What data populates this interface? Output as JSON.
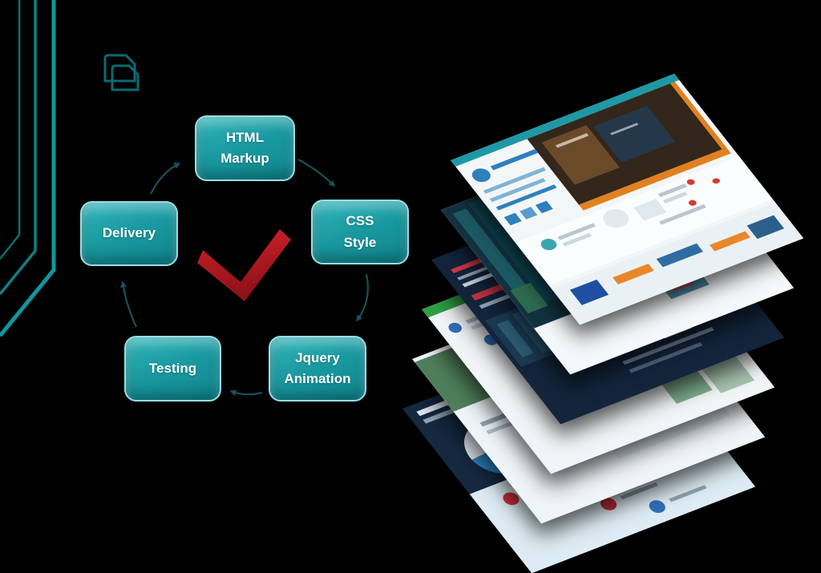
{
  "palette": {
    "bg": "#000000",
    "line_a": "#0b6e74",
    "line_b": "#0d8186",
    "line_c": "#10969c",
    "icon_teal": "#0b6b71",
    "arrow": "#17525a",
    "box_grad_top": "#32b4ba",
    "box_grad_mid": "#1a99a0",
    "box_grad_bottom": "#0f858d",
    "box_border": "#9adde1",
    "box_text": "#ffffff",
    "check_top": "#d0212a",
    "check_bottom": "#8c1118"
  },
  "icons": {
    "pages_icon": "two overlapping page outlines, top-left corner of composition"
  },
  "cycle": {
    "description": "web development cycle diagram with red checkmark in center",
    "steps": [
      {
        "id": "html-markup",
        "line1": "HTML",
        "line2": "Markup"
      },
      {
        "id": "css-style",
        "line1": "CSS",
        "line2": "Style"
      },
      {
        "id": "jquery-animation",
        "line1": "Jquery",
        "line2": "Animation"
      },
      {
        "id": "testing",
        "line1": "Testing",
        "line2": ""
      },
      {
        "id": "delivery",
        "line1": "Delivery",
        "line2": ""
      }
    ],
    "arrows": [
      "delivery-to-html-markup",
      "html-markup-to-css-style",
      "css-style-to-jquery-animation",
      "jquery-animation-to-testing",
      "testing-to-delivery"
    ],
    "center_mark": "red-checkmark"
  },
  "stack": {
    "description": "fanned stack of six website screenshots in perspective",
    "layers": [
      {
        "name": "industrial-orange-site",
        "bg": "#f3f6f7",
        "blocks": [
          [
            0,
            0,
            100,
            4,
            "#1f98a5"
          ],
          [
            3,
            9,
            7,
            7,
            "#2f7fbe",
            "circle"
          ],
          [
            12,
            10,
            20,
            2.2,
            "#2f7fbe"
          ],
          [
            3,
            20,
            27,
            2,
            "#7fb3d8"
          ],
          [
            3,
            25,
            24,
            2,
            "#7fb3d8"
          ],
          [
            3,
            30,
            26,
            2,
            "#2f7fbe"
          ],
          [
            3,
            36,
            5,
            5,
            "#2f7fbe"
          ],
          [
            10,
            36,
            5,
            5,
            "#5b9bd0"
          ],
          [
            17,
            36,
            5,
            5,
            "#2f7fbe"
          ],
          [
            32,
            4,
            66,
            40,
            "#33261a"
          ],
          [
            36,
            8,
            20,
            26,
            "#6b4a2a"
          ],
          [
            58,
            10,
            24,
            22,
            "#24384a"
          ],
          [
            40,
            12,
            14,
            1.5,
            "#c8b9a4"
          ],
          [
            62,
            16,
            12,
            1.5,
            "#9aa6ad"
          ],
          [
            32,
            44,
            66,
            3.5,
            "#e2801f"
          ],
          [
            96,
            4,
            2,
            43.5,
            "#e2801f"
          ],
          [
            0,
            50,
            100,
            26,
            "#fafdfe"
          ],
          [
            8,
            54,
            6,
            6,
            "#3aa6b0",
            "circle"
          ],
          [
            16,
            55,
            16,
            1.8,
            "#b9c6cd"
          ],
          [
            16,
            59,
            12,
            1.8,
            "#cdd8de"
          ],
          [
            36,
            52,
            10,
            10,
            "#e3eaef",
            "circle"
          ],
          [
            50,
            55,
            10,
            8,
            "#dfe8ed"
          ],
          [
            62,
            53,
            12,
            2,
            "#b9c6cd"
          ],
          [
            62,
            57,
            10,
            2,
            "#cdd8de"
          ],
          [
            75,
            52,
            3,
            3,
            "#d43b30",
            "circle"
          ],
          [
            84,
            56,
            3,
            3,
            "#d43b30",
            "circle"
          ],
          [
            70,
            62,
            3,
            3,
            "#d43b30",
            "circle"
          ],
          [
            55,
            66,
            20,
            2,
            "#b9c6cd"
          ],
          [
            0,
            78,
            100,
            22,
            "#eaf1f5"
          ],
          [
            6,
            82,
            12,
            9,
            "#1f4fa0"
          ],
          [
            24,
            84,
            16,
            4,
            "#e8872a"
          ],
          [
            44,
            83,
            18,
            5,
            "#2e6da4"
          ],
          [
            66,
            86,
            16,
            4,
            "#e8872a"
          ],
          [
            84,
            84,
            12,
            8,
            "#2c5f8a"
          ]
        ]
      },
      {
        "name": "skyscraper-portfolio-site",
        "bg": "#f5f8fa",
        "blocks": [
          [
            0,
            0,
            34,
            72,
            "#123240"
          ],
          [
            3,
            4,
            6,
            52,
            "#1d5a66"
          ],
          [
            11,
            2,
            7,
            60,
            "#0e4350"
          ],
          [
            20,
            6,
            6,
            52,
            "#27707c"
          ],
          [
            27,
            1,
            6,
            62,
            "#0f3845"
          ],
          [
            2,
            50,
            9,
            14,
            "#2e6b4f"
          ],
          [
            34,
            0,
            66,
            9,
            "#dff0f7"
          ],
          [
            86,
            2,
            11,
            4.5,
            "#2e9ad0"
          ],
          [
            40,
            15,
            4,
            4.5,
            "#2e86c8",
            "circle"
          ],
          [
            47,
            16,
            22,
            2,
            "#b3c3cf"
          ],
          [
            44,
            24,
            4,
            4.5,
            "#2e86c8",
            "circle"
          ],
          [
            51,
            25,
            22,
            2,
            "#b3c3cf"
          ],
          [
            49,
            33,
            4,
            4.5,
            "#2e86c8",
            "circle"
          ],
          [
            56,
            34,
            20,
            2,
            "#b3c3cf"
          ],
          [
            46,
            44,
            6,
            6.5,
            "#2e86c8",
            "circle"
          ],
          [
            41,
            53,
            18,
            1.8,
            "#9fb4c0"
          ],
          [
            41,
            57,
            14,
            1.8,
            "#b9c9d3"
          ],
          [
            43,
            62,
            9,
            3.5,
            "#2e9ad0"
          ],
          [
            55,
            66,
            17,
            17,
            "#4d8fa6"
          ],
          [
            58,
            69,
            9,
            11,
            "#c2485e"
          ],
          [
            76,
            36,
            18,
            10,
            "#cfe0ea"
          ],
          [
            79,
            52,
            15,
            10,
            "#a9cadd"
          ]
        ]
      },
      {
        "name": "dark-showcase-site",
        "bg": "#13243b",
        "blocks": [
          [
            4,
            8,
            24,
            2.5,
            "#d23545"
          ],
          [
            4,
            13,
            20,
            1.8,
            "#8fa0b5"
          ],
          [
            4,
            17,
            24,
            1.8,
            "#c3cedd"
          ],
          [
            4,
            24,
            30,
            3,
            "#c03040"
          ],
          [
            4,
            30,
            26,
            1.8,
            "#8fa0b5"
          ],
          [
            2,
            38,
            30,
            28,
            "#1b3a52"
          ],
          [
            5,
            42,
            5,
            20,
            "#2c5a72"
          ],
          [
            13,
            40,
            6,
            24,
            "#24506a"
          ],
          [
            22,
            44,
            5,
            18,
            "#30647e"
          ],
          [
            38,
            30,
            28,
            3,
            "#2e86c8"
          ],
          [
            72,
            26,
            20,
            3,
            "#79bce4"
          ],
          [
            38,
            48,
            12,
            13,
            "#d8a62a"
          ],
          [
            52,
            50,
            12,
            13,
            "#e07b30"
          ],
          [
            66,
            52,
            12,
            13,
            "#2e8fa8"
          ],
          [
            80,
            54,
            12,
            13,
            "#3566a8"
          ],
          [
            45,
            64,
            12,
            13,
            "#58b7c4"
          ],
          [
            59,
            66,
            12,
            13,
            "#def0f6"
          ],
          [
            38,
            82,
            40,
            2,
            "#70809a"
          ],
          [
            38,
            87,
            32,
            2,
            "#51627e"
          ]
        ]
      },
      {
        "name": "green-accent-badges-site",
        "bg": "#f2f5f7",
        "blocks": [
          [
            0,
            0,
            100,
            5,
            "#2f9e44"
          ],
          [
            4,
            12,
            5,
            5.5,
            "#2e6fb8",
            "circle"
          ],
          [
            12,
            13,
            24,
            2,
            "#a9b8c2"
          ],
          [
            12,
            17,
            18,
            1.8,
            "#c3cfd6"
          ],
          [
            13,
            24,
            5,
            5.5,
            "#2e6fb8",
            "circle"
          ],
          [
            21,
            25,
            24,
            2,
            "#a9b8c2"
          ],
          [
            21,
            29,
            18,
            1.8,
            "#c3cfd6"
          ],
          [
            22,
            36,
            5,
            5.5,
            "#2e6fb8",
            "circle"
          ],
          [
            30,
            37,
            24,
            2,
            "#a9b8c2"
          ],
          [
            30,
            41,
            18,
            1.8,
            "#c3cfd6"
          ],
          [
            31,
            48,
            5,
            5.5,
            "#2e6fb8",
            "circle"
          ],
          [
            39,
            49,
            24,
            2,
            "#a9b8c2"
          ],
          [
            39,
            53,
            18,
            1.8,
            "#c3cfd6"
          ],
          [
            40,
            60,
            5,
            5.5,
            "#2e6fb8",
            "circle"
          ],
          [
            48,
            61,
            24,
            2,
            "#a9b8c2"
          ],
          [
            60,
            8,
            30,
            2,
            "#9fb0bc"
          ],
          [
            64,
            14,
            26,
            1.8,
            "#c3cfd6"
          ],
          [
            62,
            72,
            16,
            18,
            "#7fae8e"
          ],
          [
            80,
            76,
            15,
            17,
            "#a8c4b0"
          ]
        ]
      },
      {
        "name": "villa-photos-site",
        "bg": "#eef4f8",
        "blocks": [
          [
            0,
            2,
            26,
            30,
            "#4f7f5a"
          ],
          [
            20,
            8,
            22,
            26,
            "#76a07e"
          ],
          [
            38,
            4,
            20,
            24,
            "#5d8f68"
          ],
          [
            60,
            0,
            40,
            30,
            "#f8fbfd"
          ],
          [
            64,
            6,
            30,
            2,
            "#a9b8c2"
          ],
          [
            64,
            11,
            24,
            1.8,
            "#c3cfd6"
          ],
          [
            6,
            42,
            34,
            2.2,
            "#8fa0ac"
          ],
          [
            6,
            47,
            28,
            2,
            "#aebcc6"
          ],
          [
            48,
            40,
            4.5,
            5,
            "#2e86c8",
            "circle"
          ],
          [
            55,
            41,
            18,
            1.8,
            "#8fa0ac"
          ],
          [
            52,
            52,
            4.5,
            5,
            "#2e86c8",
            "circle"
          ],
          [
            59,
            53,
            18,
            1.8,
            "#8fa0ac"
          ],
          [
            44,
            64,
            50,
            20,
            "#dfebf2"
          ],
          [
            48,
            70,
            22,
            2,
            "#9fb0bc"
          ],
          [
            48,
            75,
            18,
            1.8,
            "#b9c6cf"
          ]
        ]
      },
      {
        "name": "navy-donut-timeline-site",
        "bg": "#152941",
        "blocks": [
          [
            4,
            4,
            28,
            2.5,
            "#dfe6ee"
          ],
          [
            4,
            9,
            22,
            2,
            "#8fa2b8"
          ],
          [
            56,
            4,
            13,
            4.5,
            "#2e86c8"
          ],
          [
            71,
            4,
            13,
            4.5,
            "#2569a8"
          ],
          [
            10,
            20,
            26,
            30,
            [
              "#bf2f3f",
              "#2e86c8",
              "#e9eff5"
            ],
            "donut"
          ],
          [
            44,
            22,
            52,
            20,
            "#dcebf4"
          ],
          [
            48,
            27,
            36,
            2,
            "#8fa2b8"
          ],
          [
            48,
            32,
            30,
            2,
            "#a9bccb"
          ],
          [
            0,
            52,
            100,
            48,
            "#ddecf4"
          ],
          [
            10,
            58,
            6,
            7,
            "#c5303c",
            "circle"
          ],
          [
            19,
            60,
            16,
            1.8,
            "#8fa0ac"
          ],
          [
            26,
            68,
            6,
            7,
            "#2e6fb8",
            "circle"
          ],
          [
            35,
            70,
            16,
            1.8,
            "#8fa0ac"
          ],
          [
            42,
            78,
            6,
            7,
            "#c5303c",
            "circle"
          ],
          [
            51,
            80,
            16,
            1.8,
            "#8fa0ac"
          ],
          [
            58,
            88,
            6,
            7,
            "#2e6fb8",
            "circle"
          ],
          [
            67,
            90,
            16,
            1.8,
            "#8fa0ac"
          ]
        ]
      }
    ]
  }
}
